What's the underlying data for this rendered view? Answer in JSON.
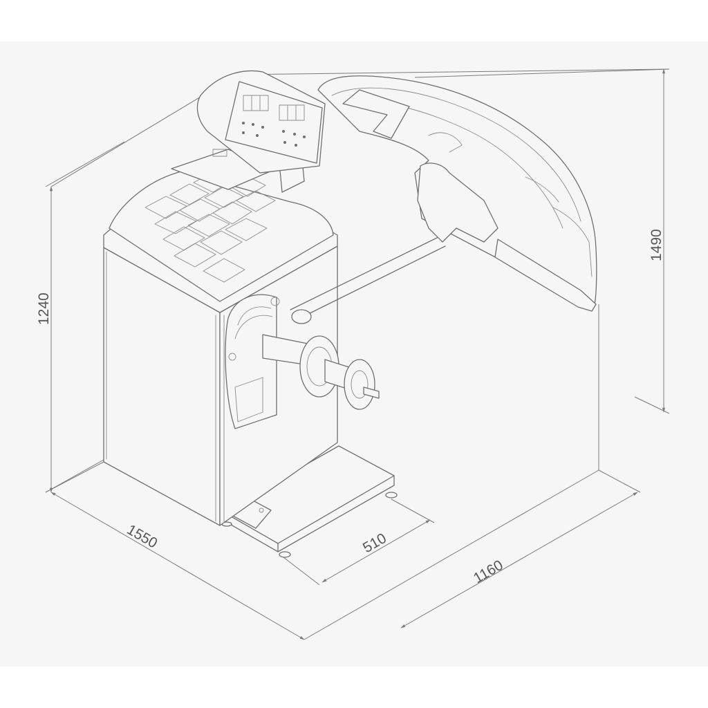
{
  "dimensions": {
    "height_machine": "1240",
    "height_total": "1490",
    "depth": "1550",
    "width_base": "510",
    "width_total": "1160"
  },
  "colors": {
    "background": "#f6f6f6",
    "line": "#6e6e6e"
  },
  "icons": [
    "wheel-balancer-drawing"
  ]
}
